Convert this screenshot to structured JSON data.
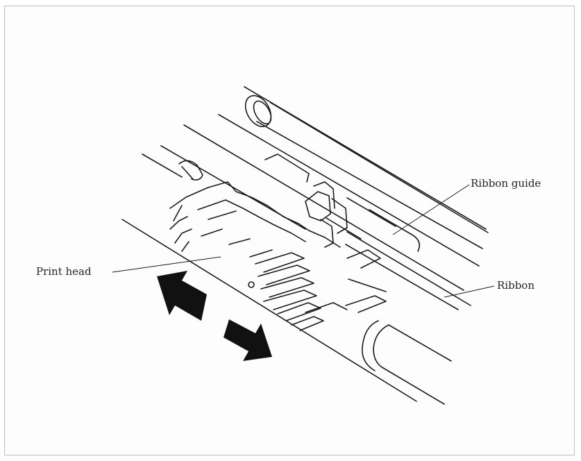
{
  "labels": {
    "ribbon_guide": "Ribbon guide",
    "print_head": "Print head",
    "ribbon": "Ribbon"
  },
  "icons": {
    "motion_arrows": "double-direction-arrow-icon"
  },
  "colors": {
    "ink": "#1a1a1a",
    "frame": "#bdbdbd"
  }
}
